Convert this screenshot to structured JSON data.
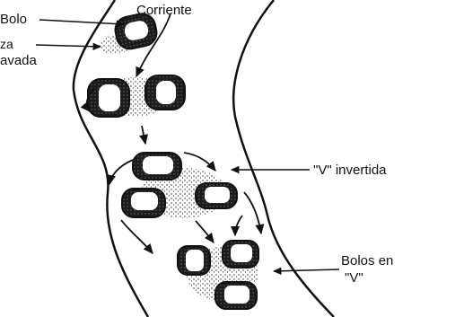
{
  "labels": {
    "bolo": "Bolo",
    "corriente": "Corriente",
    "za": "za",
    "avada": "avada",
    "v_invertida": "\"V\" invertida",
    "bolos_en": "Bolos en",
    "v_quoted": "\"V\""
  }
}
